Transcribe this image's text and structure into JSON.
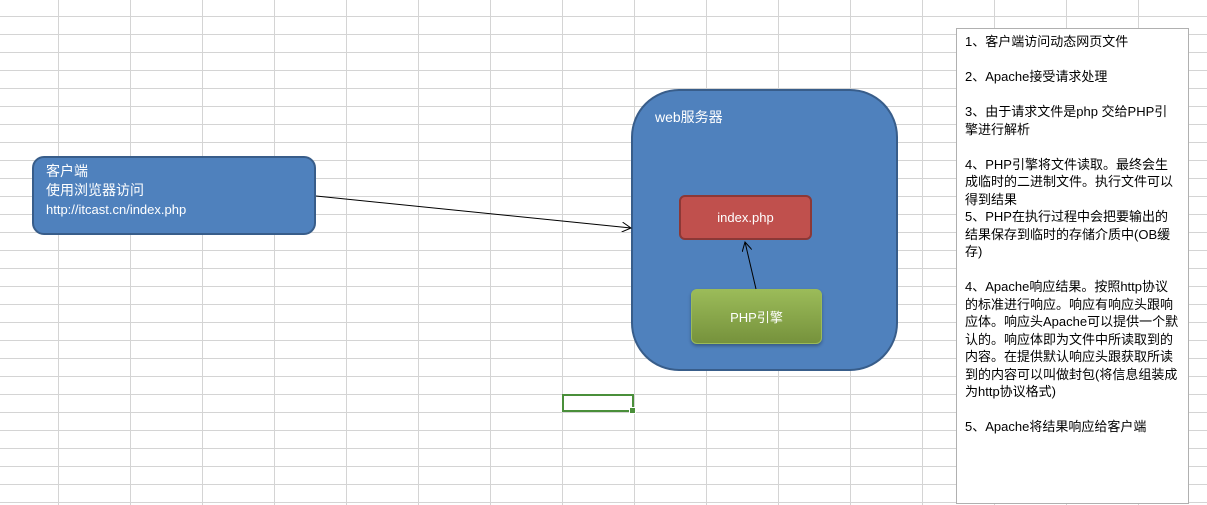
{
  "client": {
    "line1": "客户端",
    "line2": "使用浏览器访问",
    "line3": "http://itcast.cn/index.php"
  },
  "server": {
    "title": "web服务器",
    "file": "index.php",
    "engine": "PHP引擎"
  },
  "notes": [
    "1、客户端访问动态网页文件",
    "2、Apache接受请求处理",
    "3、由于请求文件是php 交给PHP引擎进行解析",
    "4、PHP引擎将文件读取。最终会生成临时的二进制文件。执行文件可以得到结果",
    "5、PHP在执行过程中会把要输出的结果保存到临时的存储介质中(OB缓存)",
    "4、Apache响应结果。按照http协议的标准进行响应。响应有响应头跟响应体。响应头Apache可以提供一个默认的。响应体即为文件中所读取到的内容。在提供默认响应头跟获取所读到的内容可以叫做封包(将信息组装成为http协议格式)",
    "5、Apache将结果响应给客户端"
  ]
}
